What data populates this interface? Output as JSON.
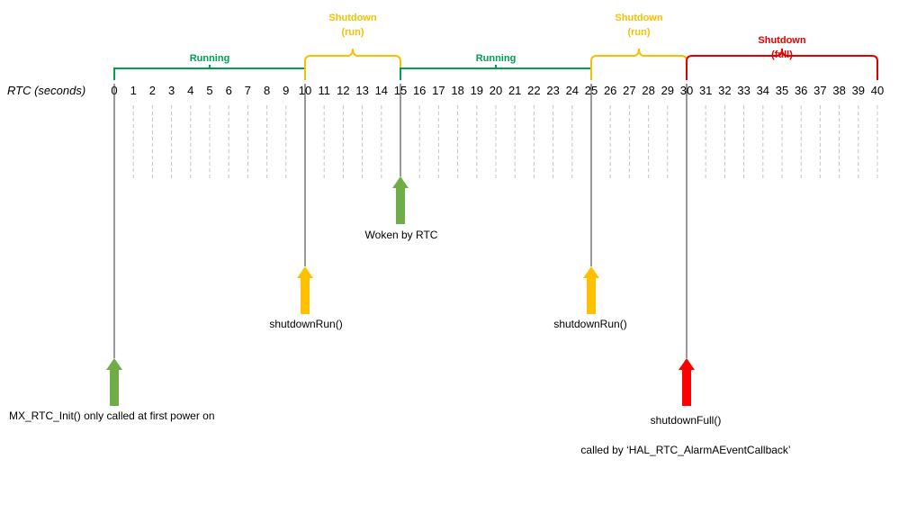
{
  "axis": {
    "title": "RTC (seconds)",
    "ticks": [
      "0",
      "1",
      "2",
      "3",
      "4",
      "5",
      "6",
      "7",
      "8",
      "9",
      "10",
      "11",
      "12",
      "13",
      "14",
      "15",
      "16",
      "17",
      "18",
      "19",
      "20",
      "21",
      "22",
      "23",
      "24",
      "25",
      "26",
      "27",
      "28",
      "29",
      "30",
      "31",
      "32",
      "33",
      "34",
      "35",
      "36",
      "37",
      "38",
      "39",
      "40"
    ]
  },
  "colors": {
    "running": "#00a050",
    "shutdown_run": "#f5c000",
    "shutdown_full": "#e00000",
    "arrow_green": "#70ad47",
    "arrow_yellow": "#ffc000",
    "arrow_red": "#ff0000"
  },
  "phases": [
    {
      "id": "running-1",
      "label_lines": [
        "Running"
      ],
      "start": 0,
      "end": 10,
      "color": "#00a050"
    },
    {
      "id": "shutdown-run-1",
      "label_lines": [
        "Shutdown",
        "(run)"
      ],
      "start": 10,
      "end": 15,
      "color": "#f5c000"
    },
    {
      "id": "running-2",
      "label_lines": [
        "Running"
      ],
      "start": 15,
      "end": 25,
      "color": "#00a050"
    },
    {
      "id": "shutdown-run-2",
      "label_lines": [
        "Shutdown",
        "(run)"
      ],
      "start": 25,
      "end": 30,
      "color": "#f5c000"
    },
    {
      "id": "shutdown-full",
      "label_lines": [
        "Shutdown",
        "(full)"
      ],
      "start": 30,
      "end": 40,
      "color": "#e00000"
    }
  ],
  "events": [
    {
      "id": "init",
      "time": 0,
      "color": "#70ad47",
      "labels": [
        "MX_RTC_Init() only called at first power on"
      ]
    },
    {
      "id": "shutdown-run-1",
      "time": 10,
      "color": "#ffc000",
      "labels": [
        "shutdownRun()"
      ]
    },
    {
      "id": "woken",
      "time": 15,
      "color": "#70ad47",
      "labels": [
        "Woken by RTC"
      ]
    },
    {
      "id": "shutdown-run-2",
      "time": 25,
      "color": "#ffc000",
      "labels": [
        "shutdownRun()"
      ]
    },
    {
      "id": "shutdown-full",
      "time": 30,
      "color": "#ff0000",
      "labels": [
        "shutdownFull()",
        "called by ‘HAL_RTC_AlarmAEventCallback’"
      ]
    }
  ]
}
